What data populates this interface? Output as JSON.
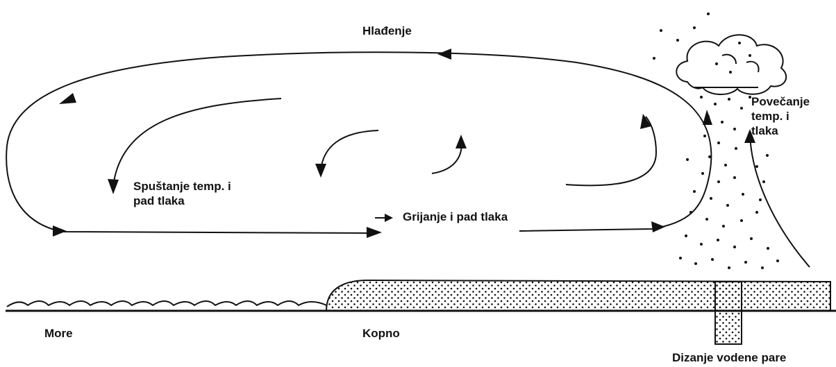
{
  "labels": {
    "cooling": "Hlađenje",
    "temp_increase": [
      "Povečanje",
      "temp. i",
      "tlaka"
    ],
    "temp_decrease": [
      "Spuštanje temp. i",
      "pad tlaka"
    ],
    "heating": "Grijanje i pad tlaka",
    "sea": "More",
    "land": "Kopno",
    "vapor_rise": "Dizanje vodene pare"
  },
  "colors": {
    "ink": "#111111",
    "background": "#ffffff"
  }
}
